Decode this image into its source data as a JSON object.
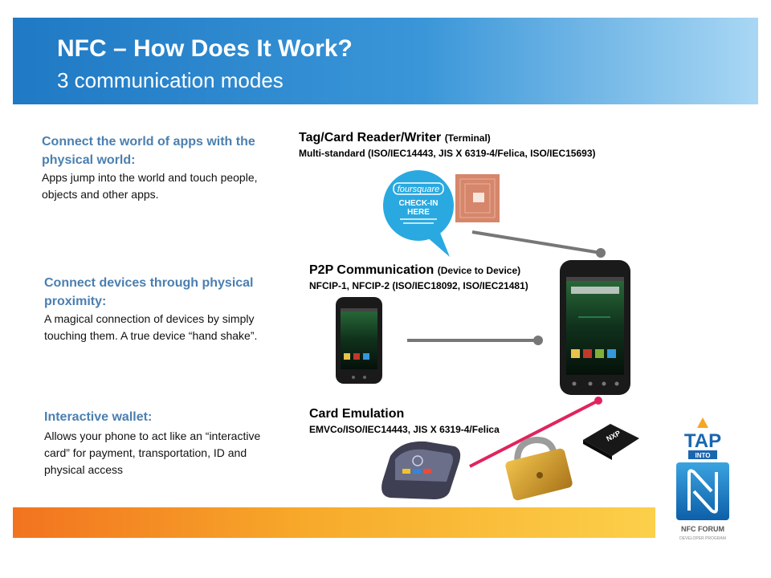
{
  "header": {
    "title": "NFC – How Does It Work?",
    "subtitle": "3 communication modes"
  },
  "left": [
    {
      "heading": "Connect the world of apps with the physical world:",
      "body": "Apps jump into the world and touch people, objects and other apps."
    },
    {
      "heading": "Connect devices through physical proximity:",
      "body": "A magical connection of devices by simply touching them. A true device “hand shake”."
    },
    {
      "heading": "Interactive wallet:",
      "body": "Allows your phone to act like an “interactive card” for payment, transportation, ID and physical access"
    }
  ],
  "modes": [
    {
      "title": "Tag/Card Reader/Writer",
      "qualifier": "(Terminal)",
      "standards": "Multi-standard (ISO/IEC14443, JIS X 6319-4/Felica, ISO/IEC15693)"
    },
    {
      "title": "P2P Communication",
      "qualifier": "(Device to Device)",
      "standards": "NFCIP-1, NFCIP-2 (ISO/IEC18092, ISO/IEC21481)"
    },
    {
      "title": "Card Emulation",
      "qualifier": "",
      "standards": "EMVCo/ISO/IEC14443, JIS X 6319-4/Felica"
    }
  ],
  "foursquare": {
    "brand": "foursquare",
    "line1": "CHECK-IN",
    "line2": "HERE"
  },
  "chip_label": "NXP",
  "logo": {
    "tap": "TAP",
    "into": "INTO",
    "forum": "NFC FORUM",
    "program": "DEVELOPER PROGRAM"
  },
  "colors": {
    "accent": "#4a7fb0",
    "header_blue": "#1f79c4",
    "connector_gray": "#777777",
    "connector_pink": "#e0245e",
    "footer_orange": "#f2731f"
  }
}
